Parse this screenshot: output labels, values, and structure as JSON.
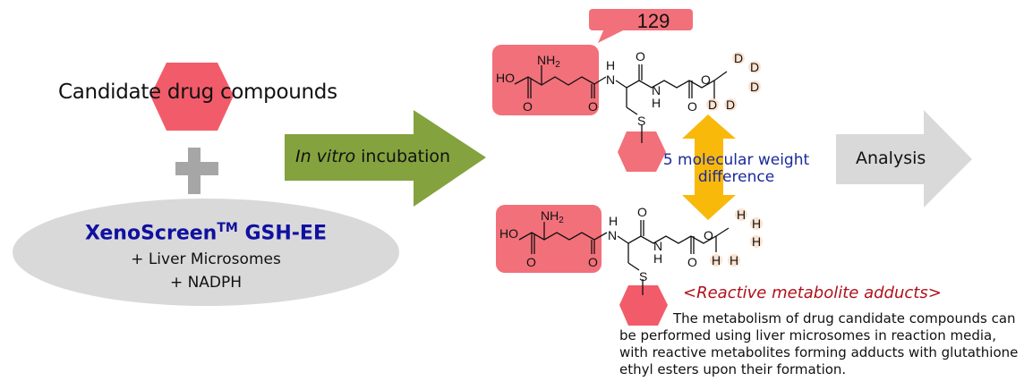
{
  "left_panel": {
    "candidate_label": "Candidate drug compounds",
    "plus_icon": "plus-icon",
    "reagent": {
      "title": "XenoScreen",
      "trademark": "TM",
      "title_suffix": " GSH-EE",
      "line1": "+ Liver Microsomes",
      "line2": "+ NADPH"
    }
  },
  "arrows": {
    "incubation": {
      "italic": "In vitro",
      "rest": " incubation"
    },
    "analysis": "Analysis"
  },
  "molecules": {
    "mass_badge": "129",
    "top_label_atoms": {
      "HO": "HO",
      "NH2": "NH",
      "sub2": "2",
      "O": "O",
      "N": "N",
      "H": "H",
      "S": "S",
      "D": "D"
    },
    "bottom_label_atoms": {
      "H": "H"
    },
    "mw_difference": "5 molecular weight difference"
  },
  "reactive": {
    "title": "<Reactive metabolite adducts>",
    "description": "The metabolism of drug candidate compounds can be performed using liver microsomes in reaction media, with reactive metabolites forming adducts with glutathione ethyl esters upon their formation."
  },
  "colors": {
    "hexagon": "#f25c6a",
    "highlight": "#f2707a",
    "green_arrow": "#84a23e",
    "gray_arrow": "#d9d9d9",
    "gold_arrow": "#f9b90a",
    "title_blue": "#1010a0",
    "reactive_red": "#b0101a"
  }
}
